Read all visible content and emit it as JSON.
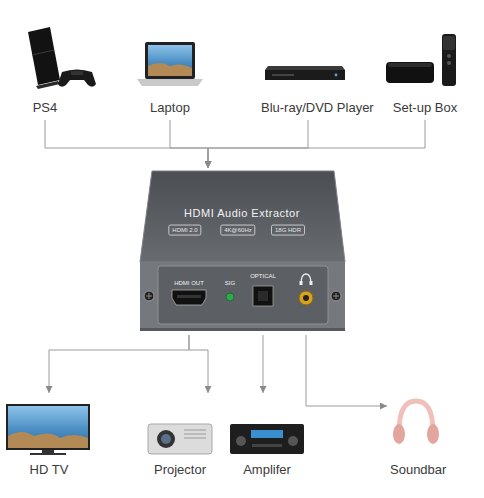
{
  "diagram": {
    "nodes": [
      {
        "text": [
          "PS4"
        ]
      },
      {
        "text": [
          "Laptop"
        ]
      },
      {
        "text": [
          "Blu-ray/DVD Player"
        ]
      },
      {
        "text": [
          "Set-up Box"
        ]
      },
      {
        "text": [
          "HDMI Audio Extractor",
          "HDMI 2.0",
          "4K@60Hz",
          "18G HDR",
          "HDMI OUT",
          "SIG",
          "OPTICAL"
        ]
      },
      {
        "text": [
          "HD TV"
        ]
      },
      {
        "text": [
          "Projector"
        ]
      },
      {
        "text": [
          "Amplifer"
        ]
      },
      {
        "text": [
          "Soundbar"
        ]
      }
    ],
    "edges": [
      {
        "from": 0,
        "to": 4,
        "arrow": "to"
      },
      {
        "from": 1,
        "to": 4,
        "arrow": "to"
      },
      {
        "from": 2,
        "to": 4,
        "arrow": "to"
      },
      {
        "from": 3,
        "to": 4,
        "arrow": "to"
      },
      {
        "from": 4,
        "to": 5,
        "arrow": "to"
      },
      {
        "from": 4,
        "to": 6,
        "arrow": "to"
      },
      {
        "from": 4,
        "to": 7,
        "arrow": "to"
      },
      {
        "from": 4,
        "to": 8,
        "arrow": "to"
      }
    ]
  }
}
